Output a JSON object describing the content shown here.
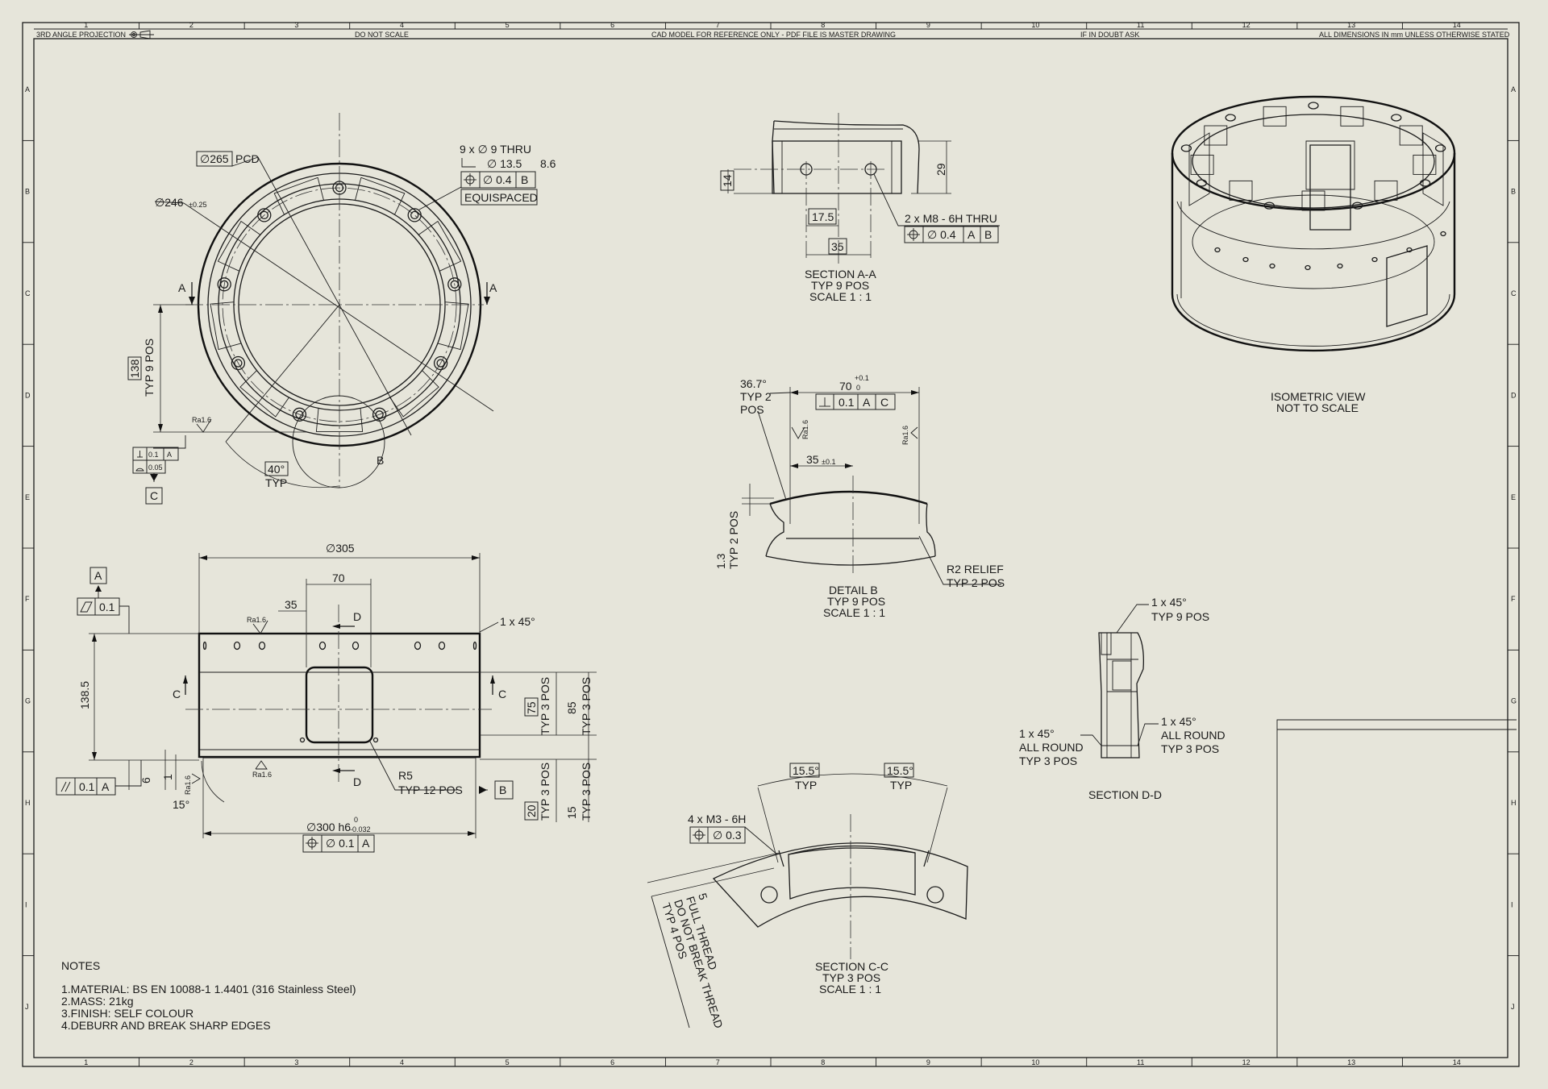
{
  "frame": {
    "columns": [
      "1",
      "2",
      "3",
      "4",
      "5",
      "6",
      "7",
      "8",
      "9",
      "10",
      "11",
      "12",
      "13",
      "14"
    ],
    "rows": [
      "A",
      "B",
      "C",
      "D",
      "E",
      "F",
      "G",
      "H",
      "I",
      "J"
    ]
  },
  "header": {
    "projection": "3RD ANGLE PROJECTION",
    "no_scale": "DO NOT SCALE",
    "cad_note": "CAD MODEL FOR REFERENCE ONLY - PDF FILE IS MASTER DRAWING",
    "doubt": "IF IN DOUBT ASK",
    "units": "ALL DIMENSIONS IN mm UNLESS OTHERWISE STATED"
  },
  "front_view": {
    "pcd": "∅265",
    "pcd_suffix": "PCD",
    "bore": "∅246",
    "bore_tol": "±0.25",
    "holes": "9 x ∅ 9 THRU",
    "cbore_dia": "∅ 13.5",
    "cbore_depth": "8.6",
    "pos_tol": [
      "∅ 0.4",
      "B"
    ],
    "equispaced": "EQUISPACED",
    "section_a": "A",
    "dim_138": "138",
    "typ_9pos": "TYP 9 POS",
    "ra": "Ra1.6",
    "perp": [
      "0.1",
      "A"
    ],
    "flat": "0.05",
    "datum_c": "C",
    "angle": "40°",
    "angle_typ": "TYP",
    "detail_b": "B"
  },
  "section_aa": {
    "dim_14": "14",
    "dim_29": "29",
    "dim_17_5": "17.5",
    "dim_35": "35",
    "thread": "2 x M8 - 6H THRU",
    "pos_tol": [
      "∅ 0.4",
      "A",
      "B"
    ],
    "title": "SECTION A-A",
    "typ": "TYP 9 POS",
    "scale": "SCALE 1 : 1"
  },
  "detail_b": {
    "angle": "36.7°",
    "angle_typ": "TYP 2",
    "angle_pos": "POS",
    "dim_70": "70",
    "dim_70_up": "+0.1",
    "dim_70_lo": "0",
    "perp": [
      "0.1",
      "A",
      "C"
    ],
    "ra": "Ra1.6",
    "dim_35": "35",
    "dim_35_tol": "±0.1",
    "dim_1_3": "1.3",
    "typ_2pos": "TYP 2 POS",
    "relief": "R2 RELIEF",
    "relief_typ": "TYP 2 POS",
    "title": "DETAIL B",
    "typ": "TYP 9 POS",
    "scale": "SCALE 1 : 1"
  },
  "side_view": {
    "dia_305": "∅305",
    "dim_70": "70",
    "dim_35": "35",
    "section_d": "D",
    "chamfer": "1 x 45°",
    "datum_a": "A",
    "flat_tol": "0.1",
    "dim_138_5": "138.5",
    "section_c": "C",
    "dim_75": "75",
    "dim_85": "85",
    "typ_3pos": "TYP 3 POS",
    "dim_6": "6",
    "dim_1": "1",
    "ra": "Ra1.6",
    "par_tol": [
      "0.1",
      "A"
    ],
    "angle_15": "15°",
    "r5": "R5",
    "r5_typ": "TYP 12 POS",
    "datum_b": "B",
    "dim_20": "20",
    "dim_15": "15",
    "dia_300": "∅300 h6",
    "dia_300_up": "0",
    "dia_300_lo": "-0.032",
    "pos_tol": [
      "∅ 0.1",
      "A"
    ]
  },
  "section_cc": {
    "ang1": "15.5°",
    "ang2": "15.5°",
    "typ": "TYP",
    "thread": "4 x M3 - 6H",
    "pos_tol": "∅ 0.3",
    "depth": "5",
    "full_thread": "FULL THREAD",
    "no_break": "DO NOT BREAK THREAD",
    "typ_4pos": "TYP 4 POS",
    "title": "SECTION C-C",
    "typ3": "TYP 3 POS",
    "scale": "SCALE 1 : 1"
  },
  "section_dd": {
    "ch_top": "1 x 45°",
    "ch_top_typ": "TYP 9 POS",
    "ch_left": "1 x 45°",
    "ch_left_all": "ALL ROUND",
    "ch_left_typ": "TYP 3 POS",
    "ch_right": "1 x 45°",
    "ch_right_all": "ALL ROUND",
    "ch_right_typ": "TYP 3 POS",
    "title": "SECTION D-D"
  },
  "isometric": {
    "title": "ISOMETRIC VIEW",
    "note": "NOT TO SCALE"
  },
  "notes": {
    "heading": "NOTES",
    "items": [
      "1.MATERIAL: BS EN 10088-1 1.4401 (316 Stainless Steel)",
      "2.MASS: 21kg",
      "3.FINISH: SELF COLOUR",
      "4.DEBURR AND BREAK SHARP EDGES"
    ]
  }
}
